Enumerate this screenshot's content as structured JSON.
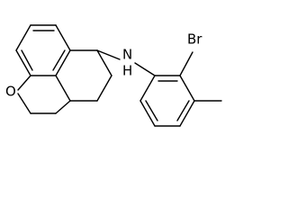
{
  "molecule": {
    "atoms": [
      {
        "id": "O",
        "text": "O"
      },
      {
        "id": "N",
        "text": "N"
      },
      {
        "id": "H",
        "text": "H"
      },
      {
        "id": "Br",
        "text": "Br"
      }
    ]
  }
}
